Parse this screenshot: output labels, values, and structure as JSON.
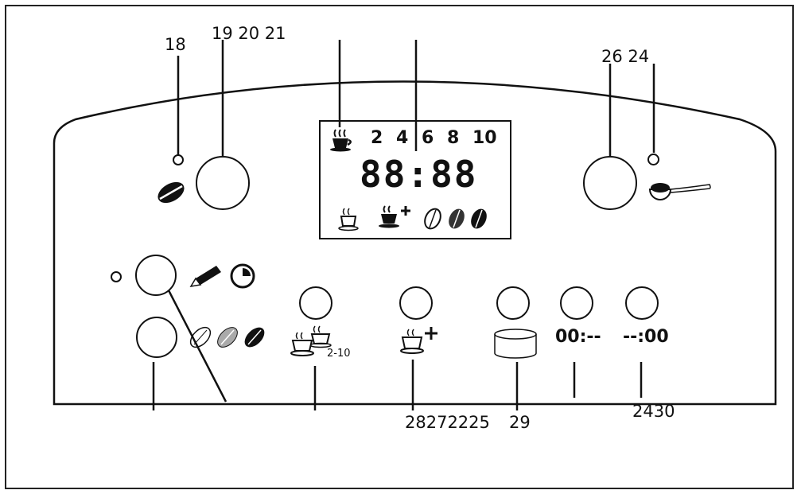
{
  "callouts": {
    "c18": "18",
    "c19_21": "19 20 21",
    "c26_24": "26 24",
    "c_bottom_left": "28272225",
    "c29": "29",
    "c2430": "2430"
  },
  "display": {
    "cup_counts": [
      "2",
      "4",
      "6",
      "8",
      "10"
    ],
    "time_digits": "88:88",
    "cups_range": "2-10"
  },
  "timers": {
    "hours_label": "00:--",
    "minutes_label": "--:00"
  },
  "icons": {
    "bean": "coffee-bean-icon",
    "spoon": "ground-coffee-spoon-icon",
    "pencil": "pencil-icon",
    "clock": "clock-icon",
    "cup": "coffee-cup-icon",
    "cups_multi": "multiple-cups-icon",
    "cup_plus": "cup-plus-icon",
    "container": "water-tank-icon",
    "strength_beans": "bean-strength-icon"
  }
}
